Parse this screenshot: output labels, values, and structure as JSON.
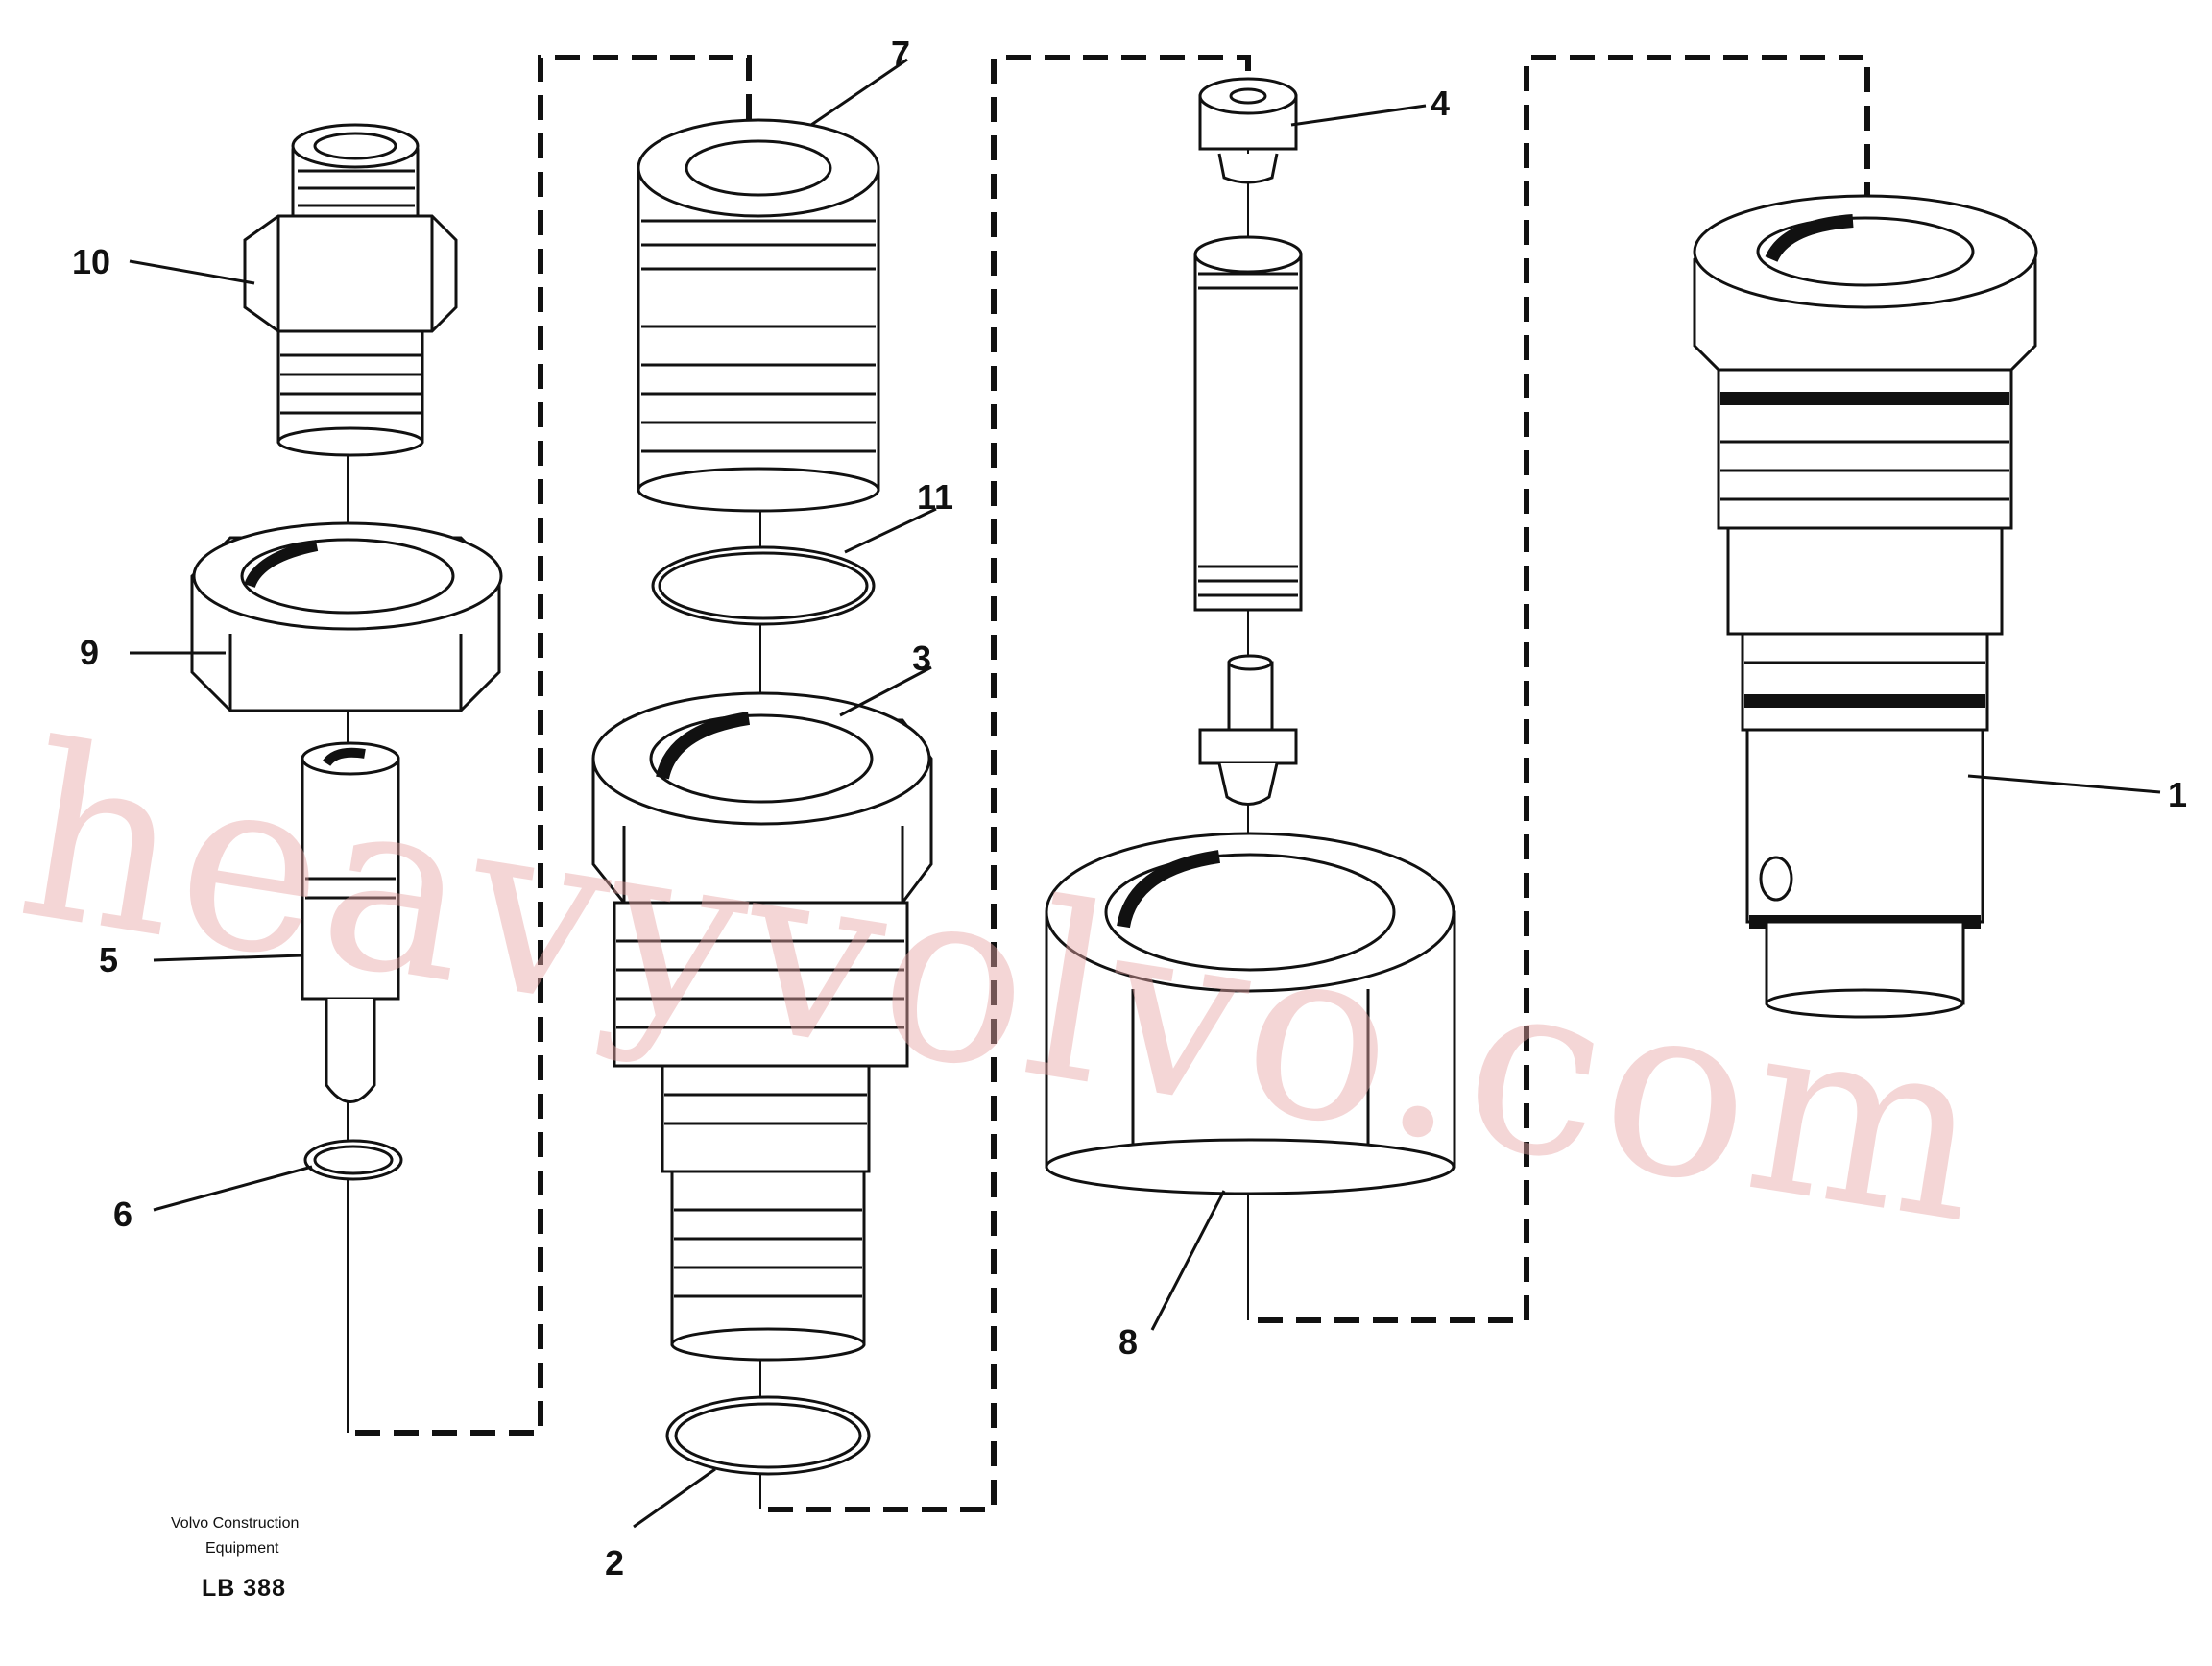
{
  "diagram": {
    "labels": [
      {
        "id": "lbl-1",
        "text": "1"
      },
      {
        "id": "lbl-2",
        "text": "2"
      },
      {
        "id": "lbl-3",
        "text": "3"
      },
      {
        "id": "lbl-4",
        "text": "4"
      },
      {
        "id": "lbl-5",
        "text": "5"
      },
      {
        "id": "lbl-6",
        "text": "6"
      },
      {
        "id": "lbl-7",
        "text": "7"
      },
      {
        "id": "lbl-8",
        "text": "8"
      },
      {
        "id": "lbl-9",
        "text": "9"
      },
      {
        "id": "lbl-10",
        "text": "10"
      },
      {
        "id": "lbl-11",
        "text": "11"
      }
    ]
  },
  "publisher": {
    "line1": "Volvo Construction",
    "line2": "Equipment",
    "code": "LB 388"
  },
  "watermark": {
    "text": "heavyvolvo.com",
    "color": "#e8a5a5"
  },
  "colors": {
    "line": "#111111",
    "background": "#ffffff"
  }
}
